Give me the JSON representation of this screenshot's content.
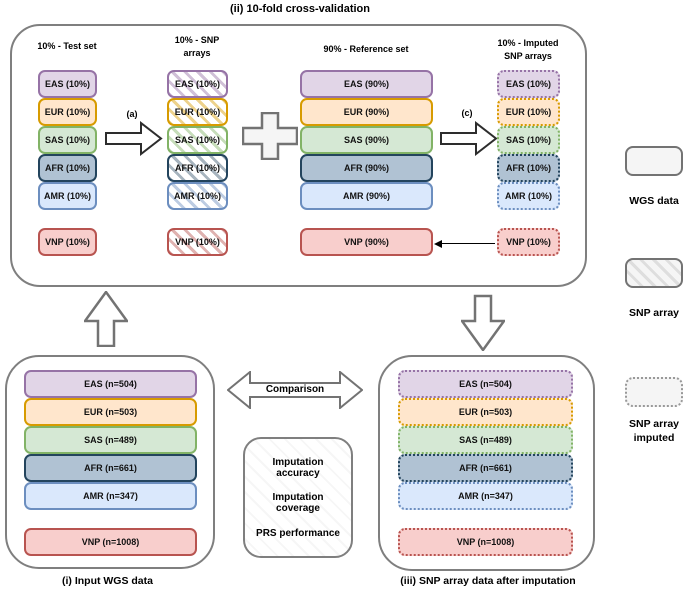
{
  "title": "(ii) 10-fold cross-validation",
  "populations": {
    "EAS": {
      "fill": "#E1D5E7",
      "stroke": "#9673A6",
      "hatch": "#9673A673"
    },
    "EUR": {
      "fill": "#FFE6CC",
      "stroke": "#D79B00",
      "hatch": "#D79B0073"
    },
    "SAS": {
      "fill": "#D5E8D4",
      "stroke": "#82B366",
      "hatch": "#82B36673"
    },
    "AFR": {
      "fill": "#B0C2D3",
      "stroke": "#23445D",
      "hatch": "#23445D66"
    },
    "AMR": {
      "fill": "#DAE8FC",
      "stroke": "#6C8EBF",
      "hatch": "#6C8EBF73"
    },
    "VNP": {
      "fill": "#F8CECC",
      "stroke": "#B85450",
      "hatch": "#B8545073"
    }
  },
  "cv": {
    "test_set": {
      "header": "10% - Test set",
      "boxes": [
        {
          "pop": "EAS",
          "label": "EAS (10%)"
        },
        {
          "pop": "EUR",
          "label": "EUR (10%)"
        },
        {
          "pop": "SAS",
          "label": "SAS (10%)"
        },
        {
          "pop": "AFR",
          "label": "AFR (10%)"
        },
        {
          "pop": "AMR",
          "label": "AMR (10%)"
        },
        {
          "pop": "VNP",
          "label": "VNP (10%)"
        }
      ]
    },
    "snp_arrays": {
      "header": "10% -  SNP\narrays",
      "boxes": [
        {
          "pop": "EAS",
          "label": "EAS (10%)"
        },
        {
          "pop": "EUR",
          "label": "EUR (10%)"
        },
        {
          "pop": "SAS",
          "label": "SAS (10%)"
        },
        {
          "pop": "AFR",
          "label": "AFR (10%)"
        },
        {
          "pop": "AMR",
          "label": "AMR (10%)"
        },
        {
          "pop": "VNP",
          "label": "VNP (10%)"
        }
      ]
    },
    "reference_set": {
      "header": "90% - Reference set",
      "boxes": [
        {
          "pop": "EAS",
          "label": "EAS (90%)"
        },
        {
          "pop": "EUR",
          "label": "EUR (90%)"
        },
        {
          "pop": "SAS",
          "label": "SAS (90%)"
        },
        {
          "pop": "AFR",
          "label": "AFR (90%)"
        },
        {
          "pop": "AMR",
          "label": "AMR (90%)"
        },
        {
          "pop": "VNP",
          "label": "VNP (90%)"
        }
      ]
    },
    "imputed": {
      "header": "10% -  Imputed\nSNP arrays",
      "boxes": [
        {
          "pop": "EAS",
          "label": "EAS (10%)"
        },
        {
          "pop": "EUR",
          "label": "EUR (10%)"
        },
        {
          "pop": "SAS",
          "label": "SAS (10%)"
        },
        {
          "pop": "AFR",
          "label": "AFR (10%)"
        },
        {
          "pop": "AMR",
          "label": "AMR (10%)"
        },
        {
          "pop": "VNP",
          "label": "VNP (10%)"
        }
      ]
    },
    "arrow_a_label": "(a)",
    "arrow_c_label": "(c)"
  },
  "legend": {
    "wgs": "WGS data",
    "snp_array": "SNP array",
    "snp_imputed": "SNP array\nimputed"
  },
  "input_wgs": {
    "caption": "(i) Input WGS data",
    "boxes": [
      {
        "pop": "EAS",
        "label": "EAS (n=504)"
      },
      {
        "pop": "EUR",
        "label": "EUR (n=503)"
      },
      {
        "pop": "SAS",
        "label": "SAS (n=489)"
      },
      {
        "pop": "AFR",
        "label": "AFR (n=661)"
      },
      {
        "pop": "AMR",
        "label": "AMR (n=347)"
      },
      {
        "pop": "VNP",
        "label": "VNP (n=1008)"
      }
    ]
  },
  "comparison_label": "Comparison",
  "metrics": {
    "items": [
      "Imputation\naccuracy",
      "Imputation\ncoverage",
      "PRS performance"
    ]
  },
  "imputed_output": {
    "caption": "(iii) SNP array data after imputation",
    "boxes": [
      {
        "pop": "EAS",
        "label": "EAS (n=504)"
      },
      {
        "pop": "EUR",
        "label": "EUR (n=503)"
      },
      {
        "pop": "SAS",
        "label": "SAS (n=489)"
      },
      {
        "pop": "AFR",
        "label": "AFR (n=661)"
      },
      {
        "pop": "AMR",
        "label": "AMR (n=347)"
      },
      {
        "pop": "VNP",
        "label": "VNP (n=1008)"
      }
    ]
  }
}
